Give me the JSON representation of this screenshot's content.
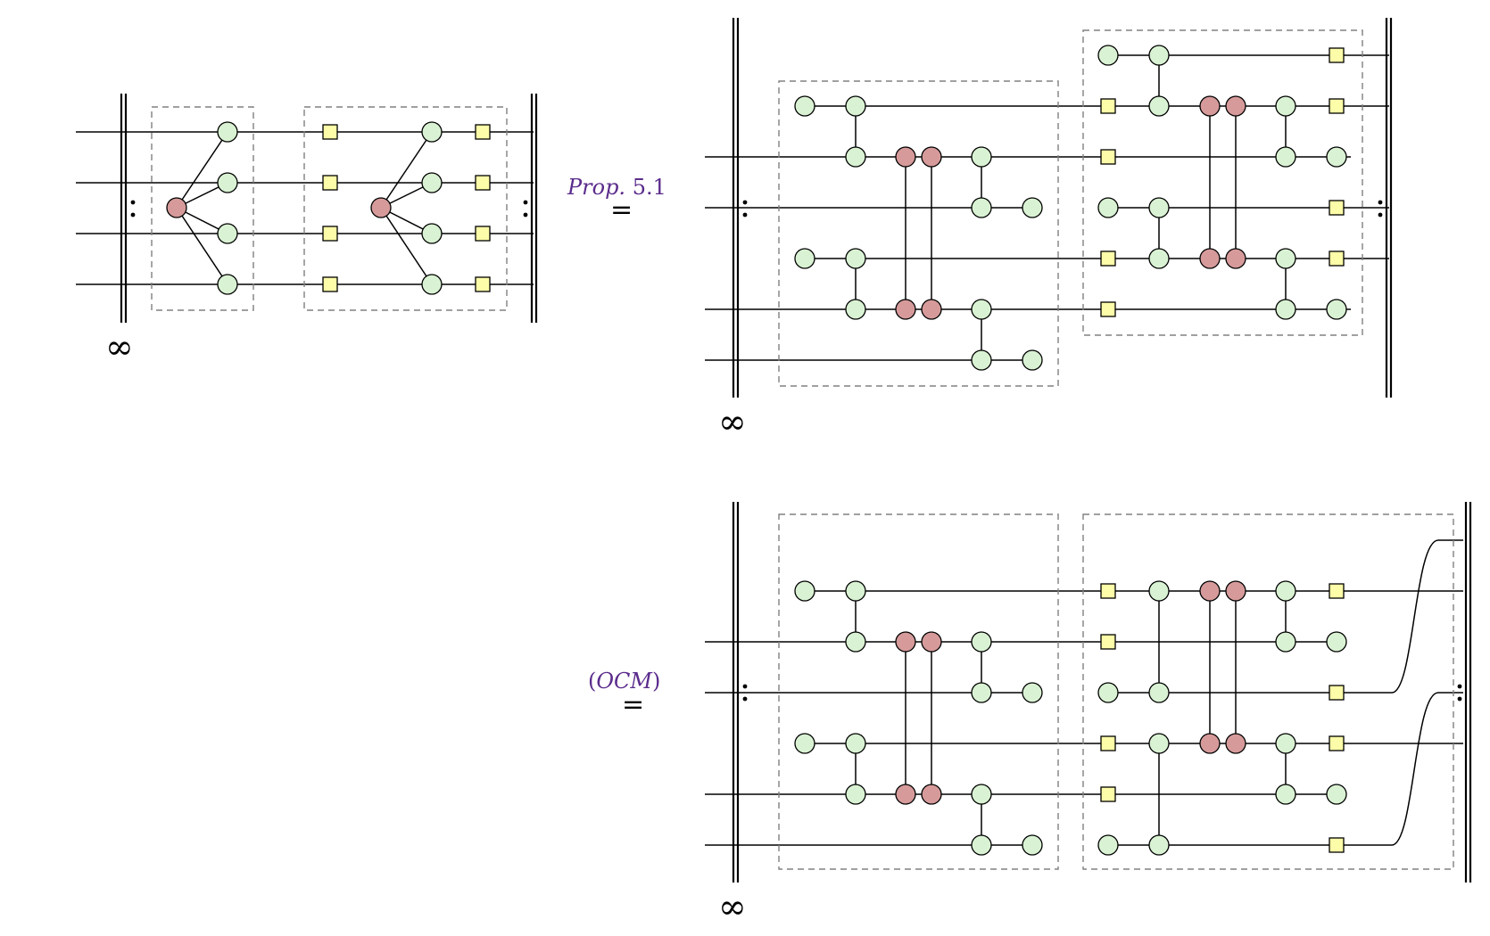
{
  "infinity_symbol": "∞",
  "equals_symbol": "=",
  "eq1": {
    "italic": "Prop.",
    "num": " 5.1"
  },
  "eq2": {
    "open": "(",
    "italic": "OCM",
    "close": ")"
  },
  "colors": {
    "green_spider": "#d9f2d3",
    "red_spider": "#d69a9a",
    "yellow_box": "#fdfca8",
    "label": "#5b2c8c",
    "dashed_box": "#808080"
  }
}
